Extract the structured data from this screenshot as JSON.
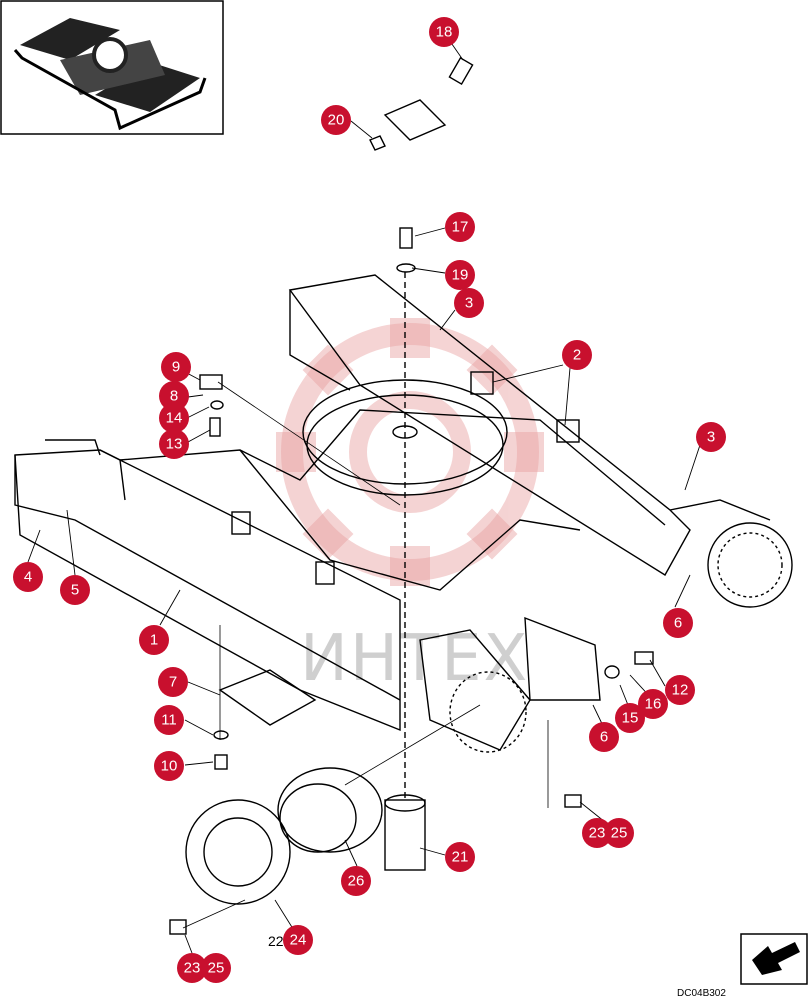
{
  "diagram": {
    "drawing_code": "DC04B302",
    "watermark_text": "ИНТЕХ",
    "callout_color": "#c8102e",
    "watermark_color": "#e8a0a0",
    "callouts": {
      "c1": "1",
      "c2": "2",
      "c3a": "3",
      "c3b": "3",
      "c4": "4",
      "c5": "5",
      "c6a": "6",
      "c6b": "6",
      "c7": "7",
      "c8": "8",
      "c9": "9",
      "c10": "10",
      "c11": "11",
      "c12": "12",
      "c13": "13",
      "c14": "14",
      "c15": "15",
      "c16": "16",
      "c17": "17",
      "c18": "18",
      "c19": "19",
      "c20": "20",
      "c21": "21",
      "c23a": "23",
      "c25a": "25",
      "c23b": "23",
      "c25b": "25",
      "c24": "24",
      "c26": "26"
    },
    "part_22_fragment": "22"
  }
}
